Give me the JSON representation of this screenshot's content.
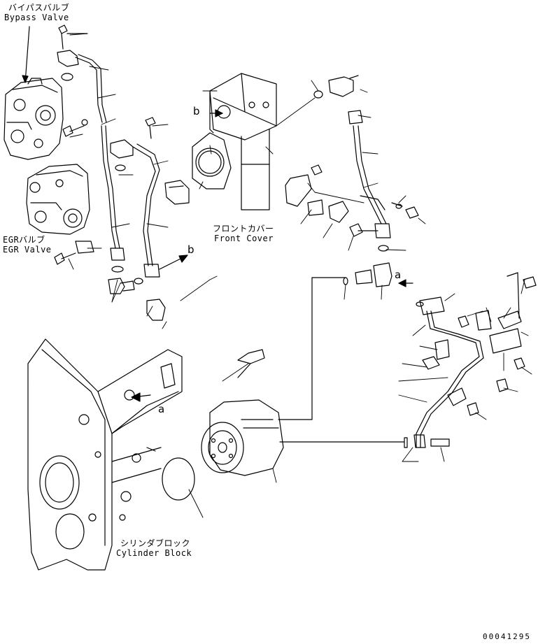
{
  "labels": {
    "bypass_valve_jp": "バイパスバルブ",
    "bypass_valve_en": "Bypass Valve",
    "egr_valve_jp": "EGRバルブ",
    "egr_valve_en": "EGR Valve",
    "front_cover_jp": "フロントカバー",
    "front_cover_en": "Front Cover",
    "cylinder_block_jp": "シリンダブロック",
    "cylinder_block_en": "Cylinder Block",
    "ref_b_top": "b",
    "ref_b_mid": "b",
    "ref_a_right": "a",
    "ref_a_block": "a",
    "drawing_number": "00041295"
  }
}
